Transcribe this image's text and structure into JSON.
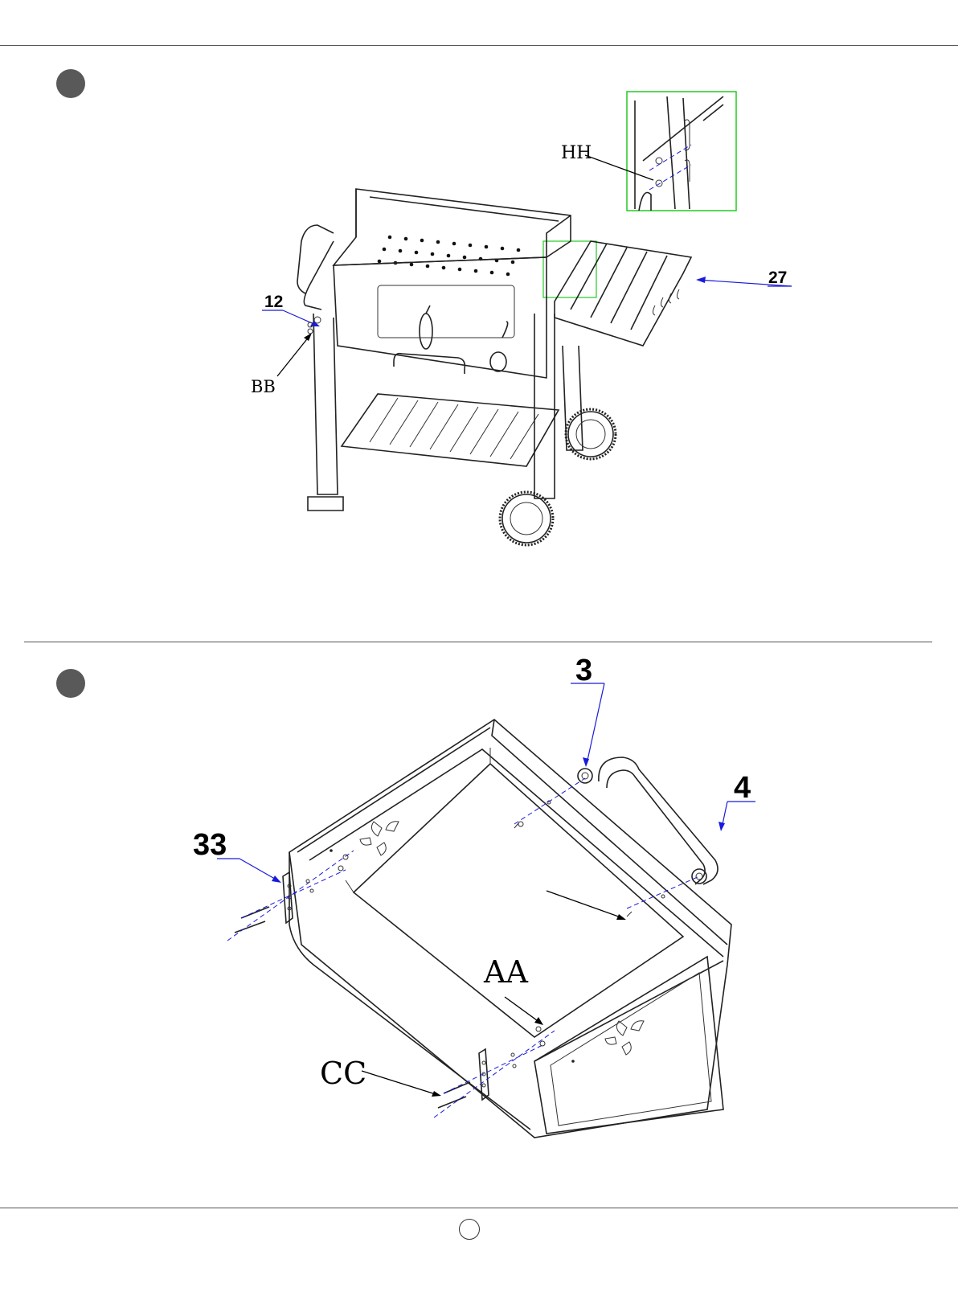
{
  "step1": {
    "labels": {
      "hh": "HH",
      "part27": "27",
      "part12": "12",
      "bb": "BB"
    }
  },
  "step2": {
    "labels": {
      "part3": "3",
      "part4": "4",
      "part33": "33",
      "aa": "AA",
      "cc": "CC"
    }
  },
  "colors": {
    "callout_line": "#1a1adb",
    "detail_box": "#22cc22",
    "step_badge": "#595959"
  }
}
